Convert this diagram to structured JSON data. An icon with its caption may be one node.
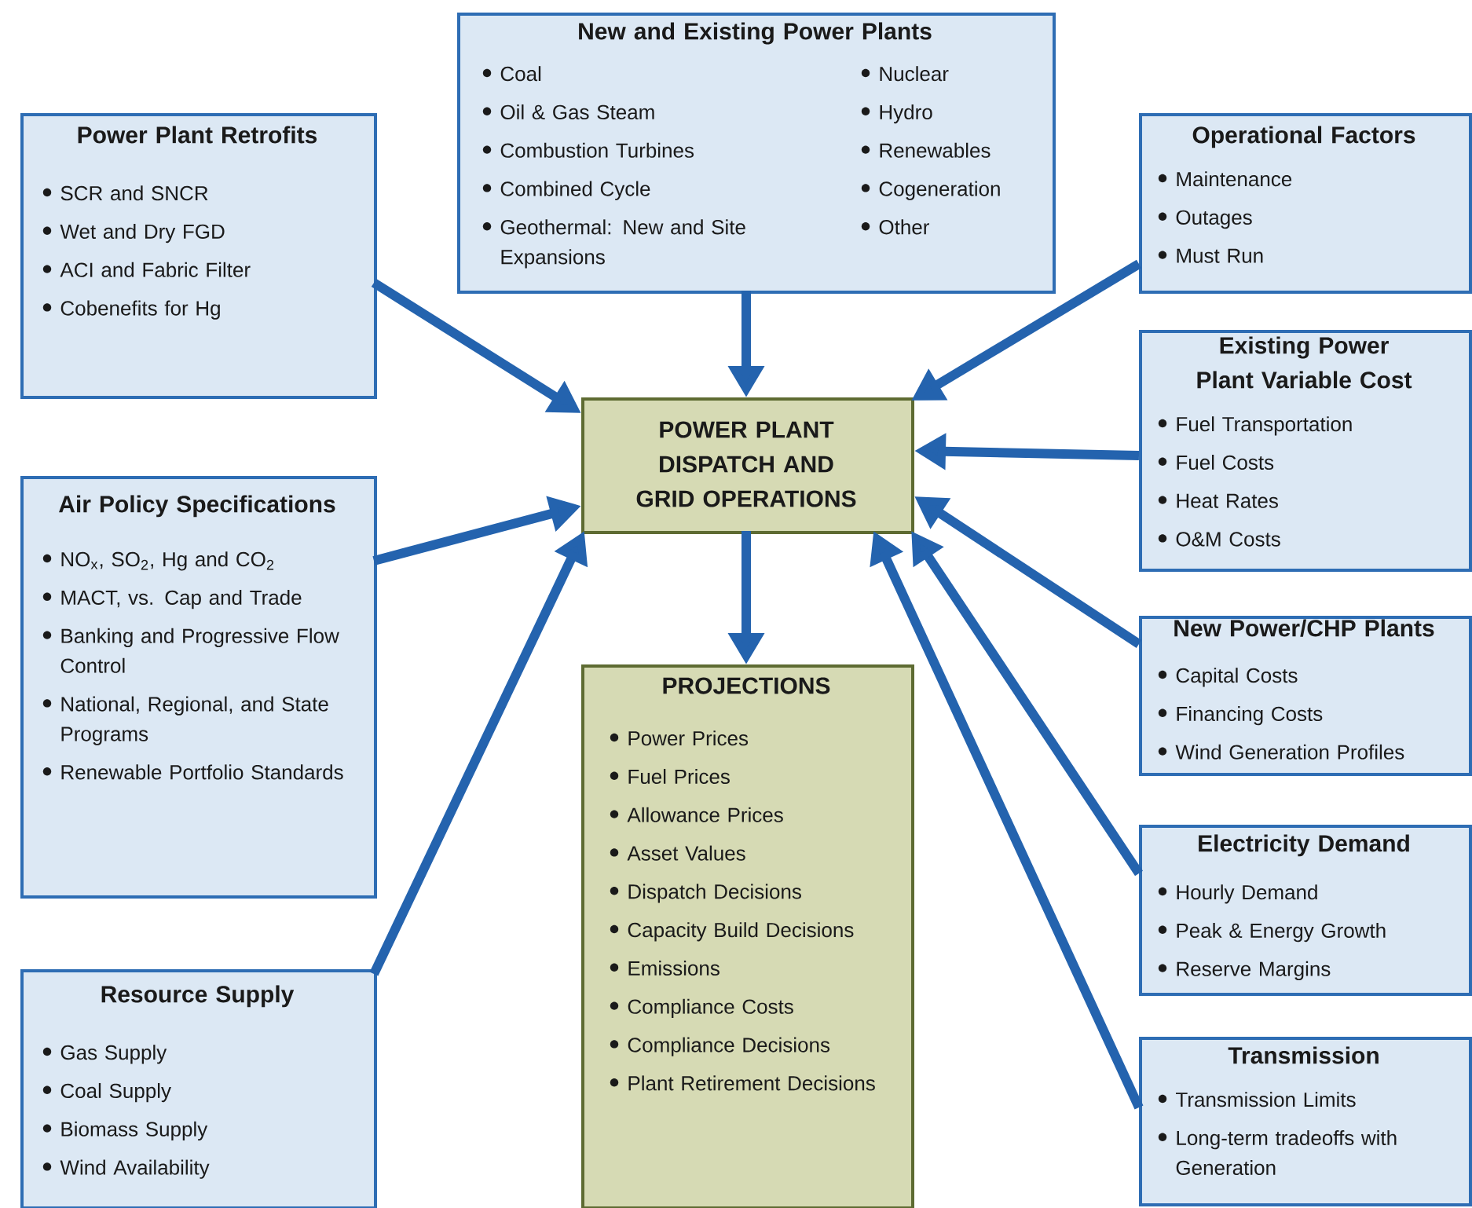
{
  "diagram": {
    "nodes": [
      {
        "text": [
          "New and Existing Power Plants",
          "Coal",
          "Oil & Gas Steam",
          "Combustion Turbines",
          "Combined Cycle",
          "Geothermal: New and Site Expansions",
          "Nuclear",
          "Hydro",
          "Renewables",
          "Cogeneration",
          "Other"
        ]
      },
      {
        "text": [
          "Power Plant Retrofits",
          "SCR and SNCR",
          "Wet and Dry FGD",
          "ACI and Fabric Filter",
          "Cobenefits for Hg"
        ]
      },
      {
        "text": [
          "Operational Factors",
          "Maintenance",
          "Outages",
          "Must Run"
        ]
      },
      {
        "text": [
          "POWER PLANT DISPATCH AND GRID OPERATIONS"
        ]
      },
      {
        "text": [
          "Existing Power Plant Variable Cost",
          "Fuel Transportation",
          "Fuel Costs",
          "Heat Rates",
          "O&M Costs"
        ]
      },
      {
        "text": [
          "Air Policy Specifications",
          "NO$_{x}$, SO$_{2}$, Hg and CO$_{2}$",
          "MACT, vs. Cap and Trade",
          "Banking and Progressive Flow Control",
          "National, Regional, and State Programs",
          "Renewable Portfolio Standards"
        ]
      },
      {
        "text": [
          "New Power/CHP Plants",
          "Capital Costs",
          "Financing Costs",
          "Wind Generation Profiles"
        ]
      },
      {
        "text": [
          "PROJECTIONS",
          "Power Prices",
          "Fuel Prices",
          "Allowance Prices",
          "Asset Values",
          "Dispatch Decisions",
          "Capacity Build Decisions",
          "Emissions",
          "Compliance Costs",
          "Compliance Decisions",
          "Plant Retirement Decisions"
        ]
      },
      {
        "text": [
          "Electricity Demand",
          "Hourly Demand",
          "Peak & Energy Growth",
          "Reserve Margins"
        ]
      },
      {
        "text": [
          "Resource Supply",
          "Gas Supply",
          "Coal Supply",
          "Biomass Supply",
          "Wind Availability"
        ]
      },
      {
        "text": [
          "Transmission",
          "Transmission Limits",
          "Long-term tradeoffs with Generation"
        ]
      }
    ],
    "edges": [
      {
        "from": 0,
        "to": 3,
        "arrow": "to"
      },
      {
        "from": 1,
        "to": 3,
        "arrow": "to"
      },
      {
        "from": 2,
        "to": 3,
        "arrow": "to"
      },
      {
        "from": 4,
        "to": 3,
        "arrow": "to"
      },
      {
        "from": 5,
        "to": 3,
        "arrow": "to"
      },
      {
        "from": 6,
        "to": 3,
        "arrow": "to"
      },
      {
        "from": 8,
        "to": 3,
        "arrow": "to"
      },
      {
        "from": 9,
        "to": 3,
        "arrow": "to"
      },
      {
        "from": 10,
        "to": 3,
        "arrow": "to"
      },
      {
        "from": 3,
        "to": 7,
        "arrow": "to"
      }
    ]
  }
}
